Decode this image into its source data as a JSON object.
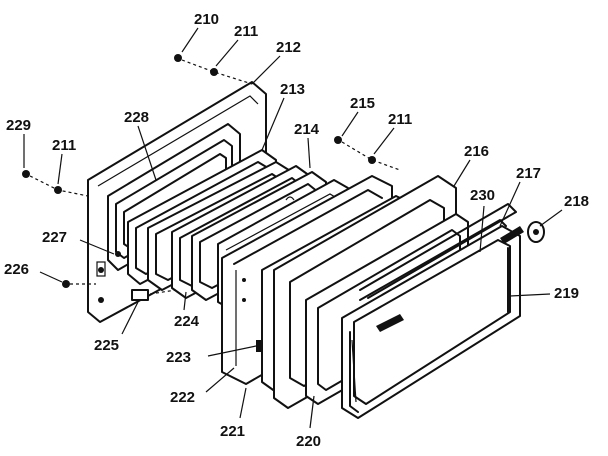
{
  "labels": [
    {
      "id": "210",
      "text": "210"
    },
    {
      "id": "211a",
      "text": "211"
    },
    {
      "id": "212",
      "text": "212"
    },
    {
      "id": "213",
      "text": "213"
    },
    {
      "id": "214",
      "text": "214"
    },
    {
      "id": "215",
      "text": "215"
    },
    {
      "id": "211b",
      "text": "211"
    },
    {
      "id": "216",
      "text": "216"
    },
    {
      "id": "217",
      "text": "217"
    },
    {
      "id": "218",
      "text": "218"
    },
    {
      "id": "230",
      "text": "230"
    },
    {
      "id": "219",
      "text": "219"
    },
    {
      "id": "228",
      "text": "228"
    },
    {
      "id": "229",
      "text": "229"
    },
    {
      "id": "211c",
      "text": "211"
    },
    {
      "id": "227",
      "text": "227"
    },
    {
      "id": "226",
      "text": "226"
    },
    {
      "id": "225",
      "text": "225"
    },
    {
      "id": "224",
      "text": "224"
    },
    {
      "id": "223",
      "text": "223"
    },
    {
      "id": "222",
      "text": "222"
    },
    {
      "id": "221",
      "text": "221"
    },
    {
      "id": "220",
      "text": "220"
    }
  ]
}
